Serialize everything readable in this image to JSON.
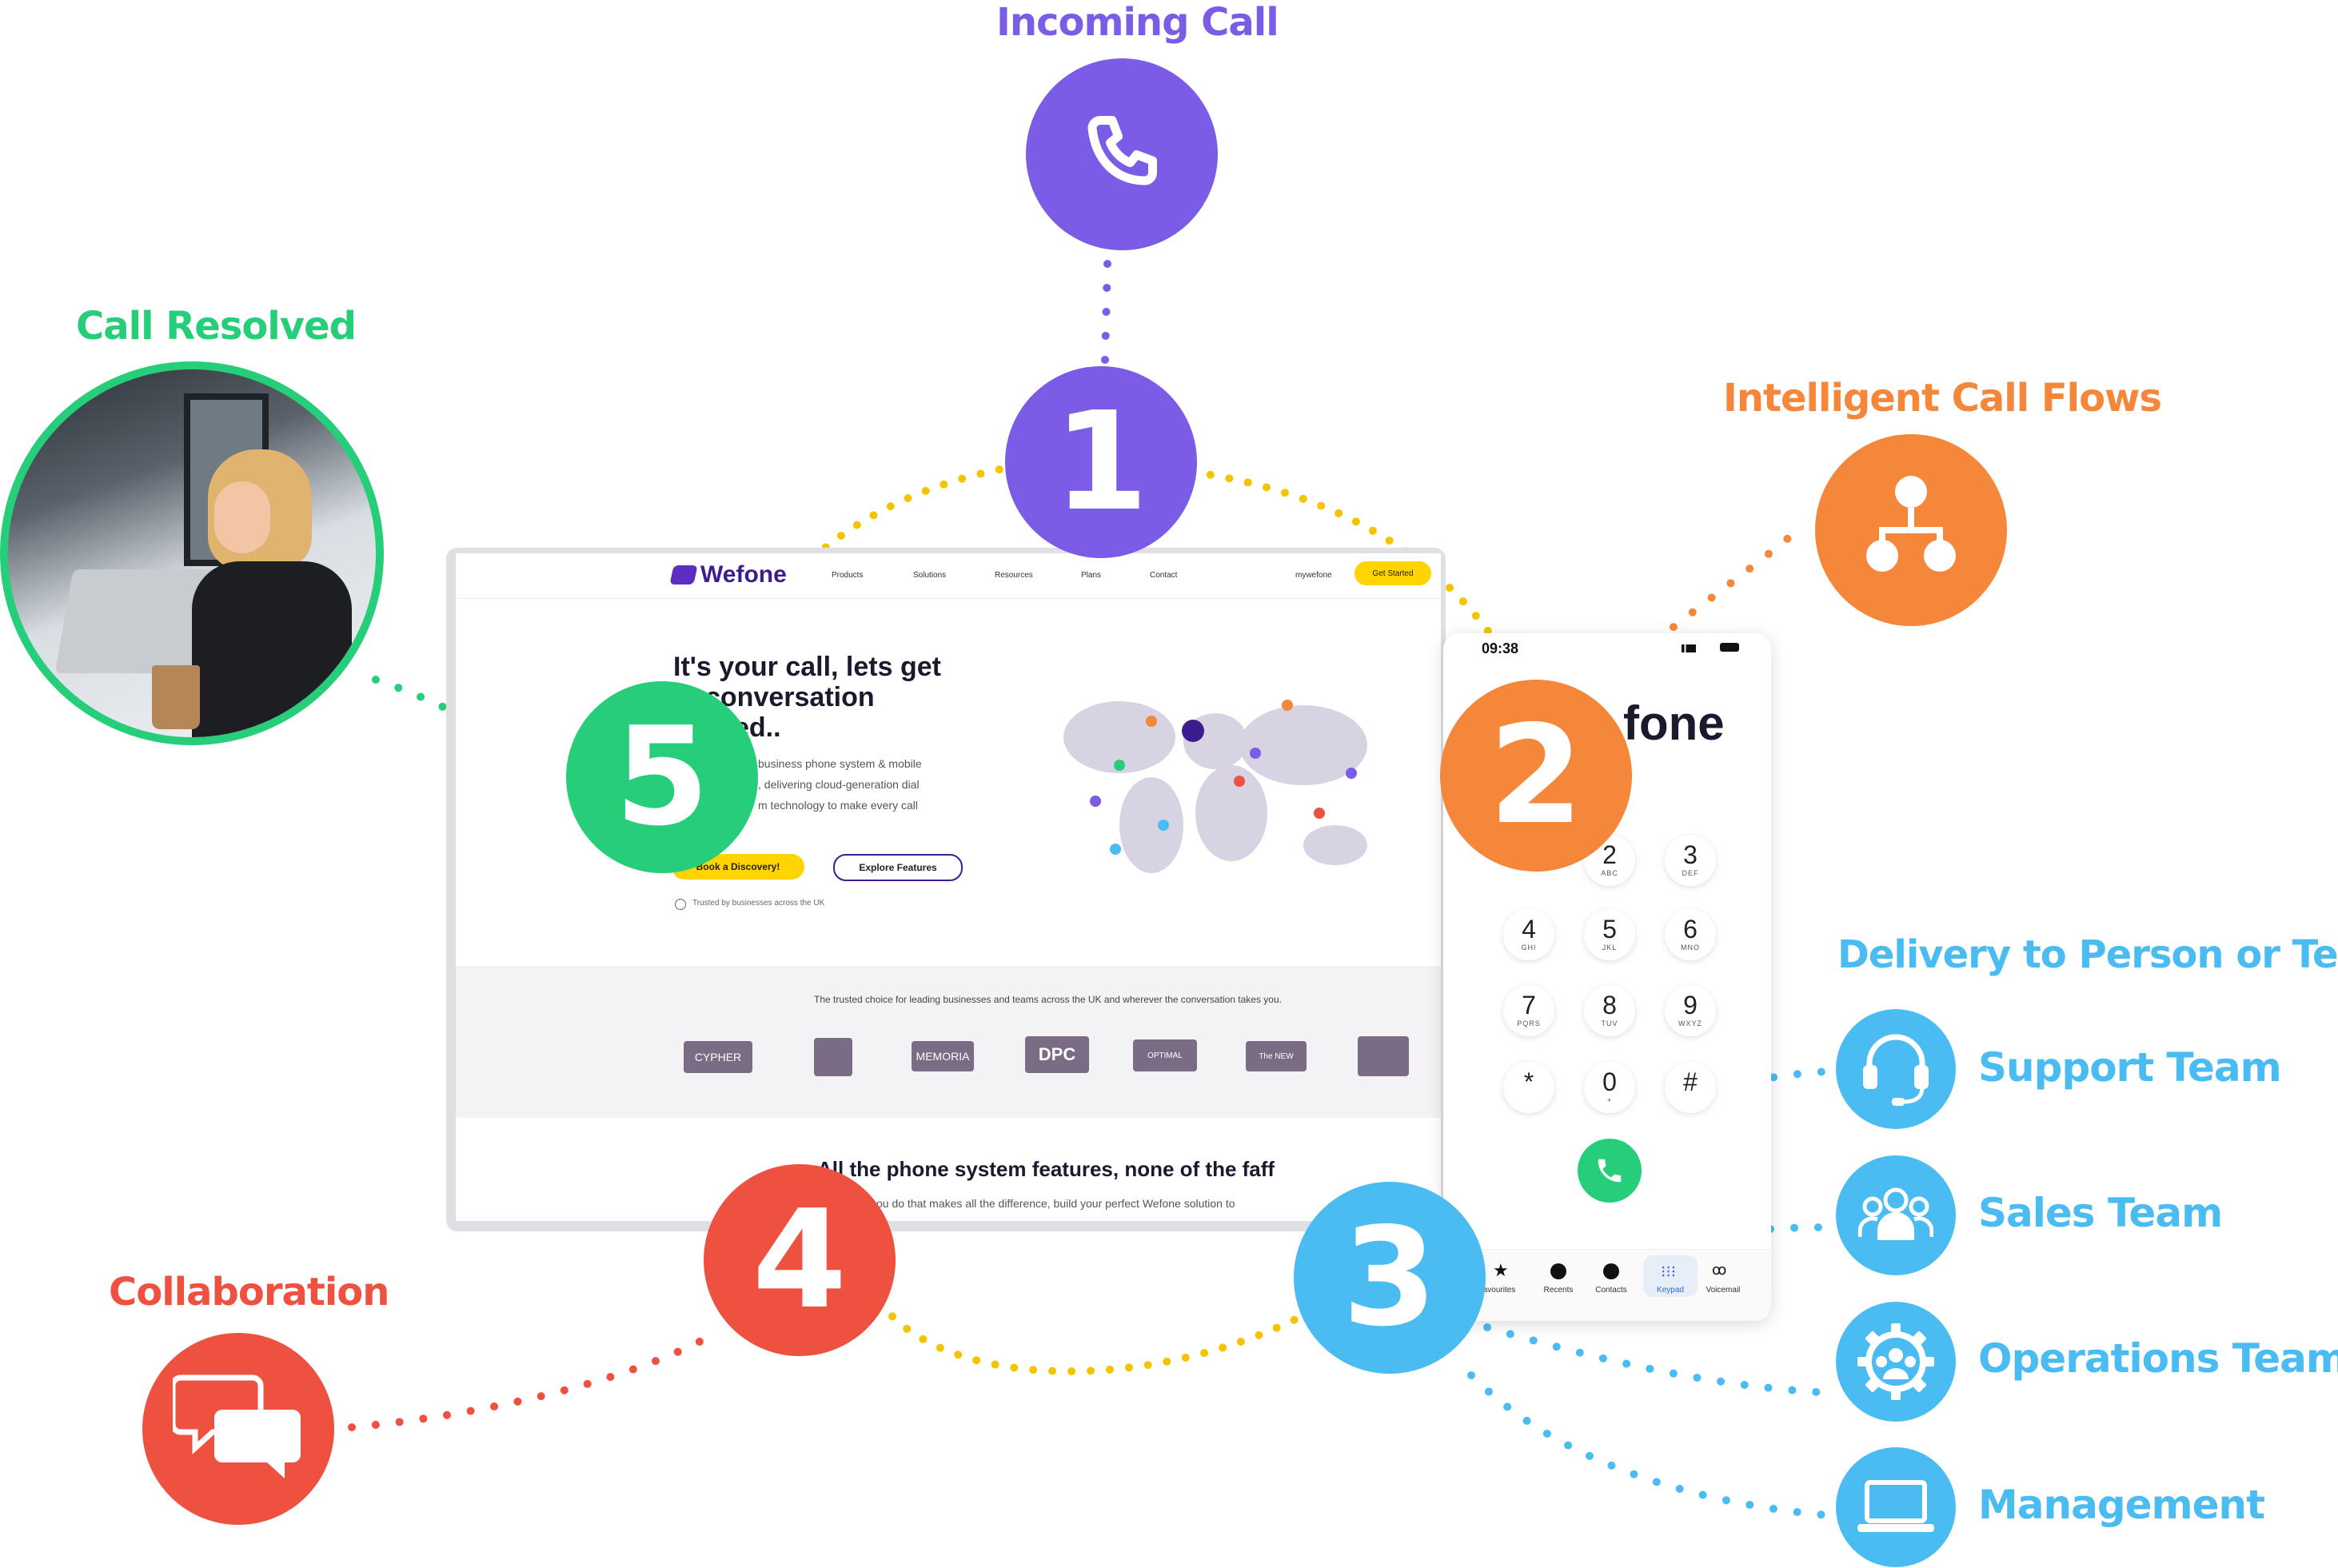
{
  "labels": {
    "incoming_call": "Incoming Call",
    "call_resolved": "Call Resolved",
    "intelligent_call_flows": "Intelligent Call Flows",
    "delivery": "Delivery to Person or Team",
    "collaboration": "Collaboration",
    "support_team": "Support Team",
    "sales_team": "Sales Team",
    "operations_team": "Operations Team",
    "management": "Management"
  },
  "steps": [
    "1",
    "2",
    "3",
    "4",
    "5"
  ],
  "colors": {
    "purple": "#7b5ce6",
    "orange": "#f5873a",
    "blue": "#4bbcf1",
    "red": "#ee5140",
    "green": "#27ce79",
    "yellow_dots": "#f5c400"
  },
  "website": {
    "brand": "Wefone",
    "nav": [
      "Products",
      "Solutions",
      "Resources",
      "Plans",
      "Contact"
    ],
    "login": "mywefone",
    "cta": "Get Started",
    "headline_1": "It's your call, lets get",
    "headline_2": "conversation",
    "headline_3": "ed..",
    "body_1": "business phone system & mobile",
    "body_2": ", delivering cloud-generation dial",
    "body_3": "m technology to make every call",
    "btn_primary": "Book a Discovery!",
    "btn_secondary": "Explore Features",
    "trusted": "Trusted by businesses across the UK",
    "trusted_band": "The trusted choice for leading businesses and teams across the UK and wherever the conversation takes you.",
    "logos": [
      "CYPHER",
      "",
      "MEMORIA",
      "DPC",
      "OPTIMAL",
      "The NEW",
      ""
    ],
    "features_title": "All the phone system features, none of the faff",
    "features_body": "ou do that makes all the difference, build your perfect Wefone solution to"
  },
  "phone": {
    "time": "09:38",
    "brand_partial": "fone",
    "keys": [
      {
        "d": "2",
        "s": "ABC"
      },
      {
        "d": "3",
        "s": "DEF"
      },
      {
        "d": "4",
        "s": "GHI"
      },
      {
        "d": "5",
        "s": "JKL"
      },
      {
        "d": "6",
        "s": "MNO"
      },
      {
        "d": "7",
        "s": "PQRS"
      },
      {
        "d": "8",
        "s": "TUV"
      },
      {
        "d": "9",
        "s": "WXYZ"
      },
      {
        "d": "*",
        "s": ""
      },
      {
        "d": "0",
        "s": "+"
      },
      {
        "d": "#",
        "s": ""
      }
    ],
    "tabs": [
      "avourites",
      "Recents",
      "Contacts",
      "Keypad",
      "Voicemail"
    ]
  }
}
